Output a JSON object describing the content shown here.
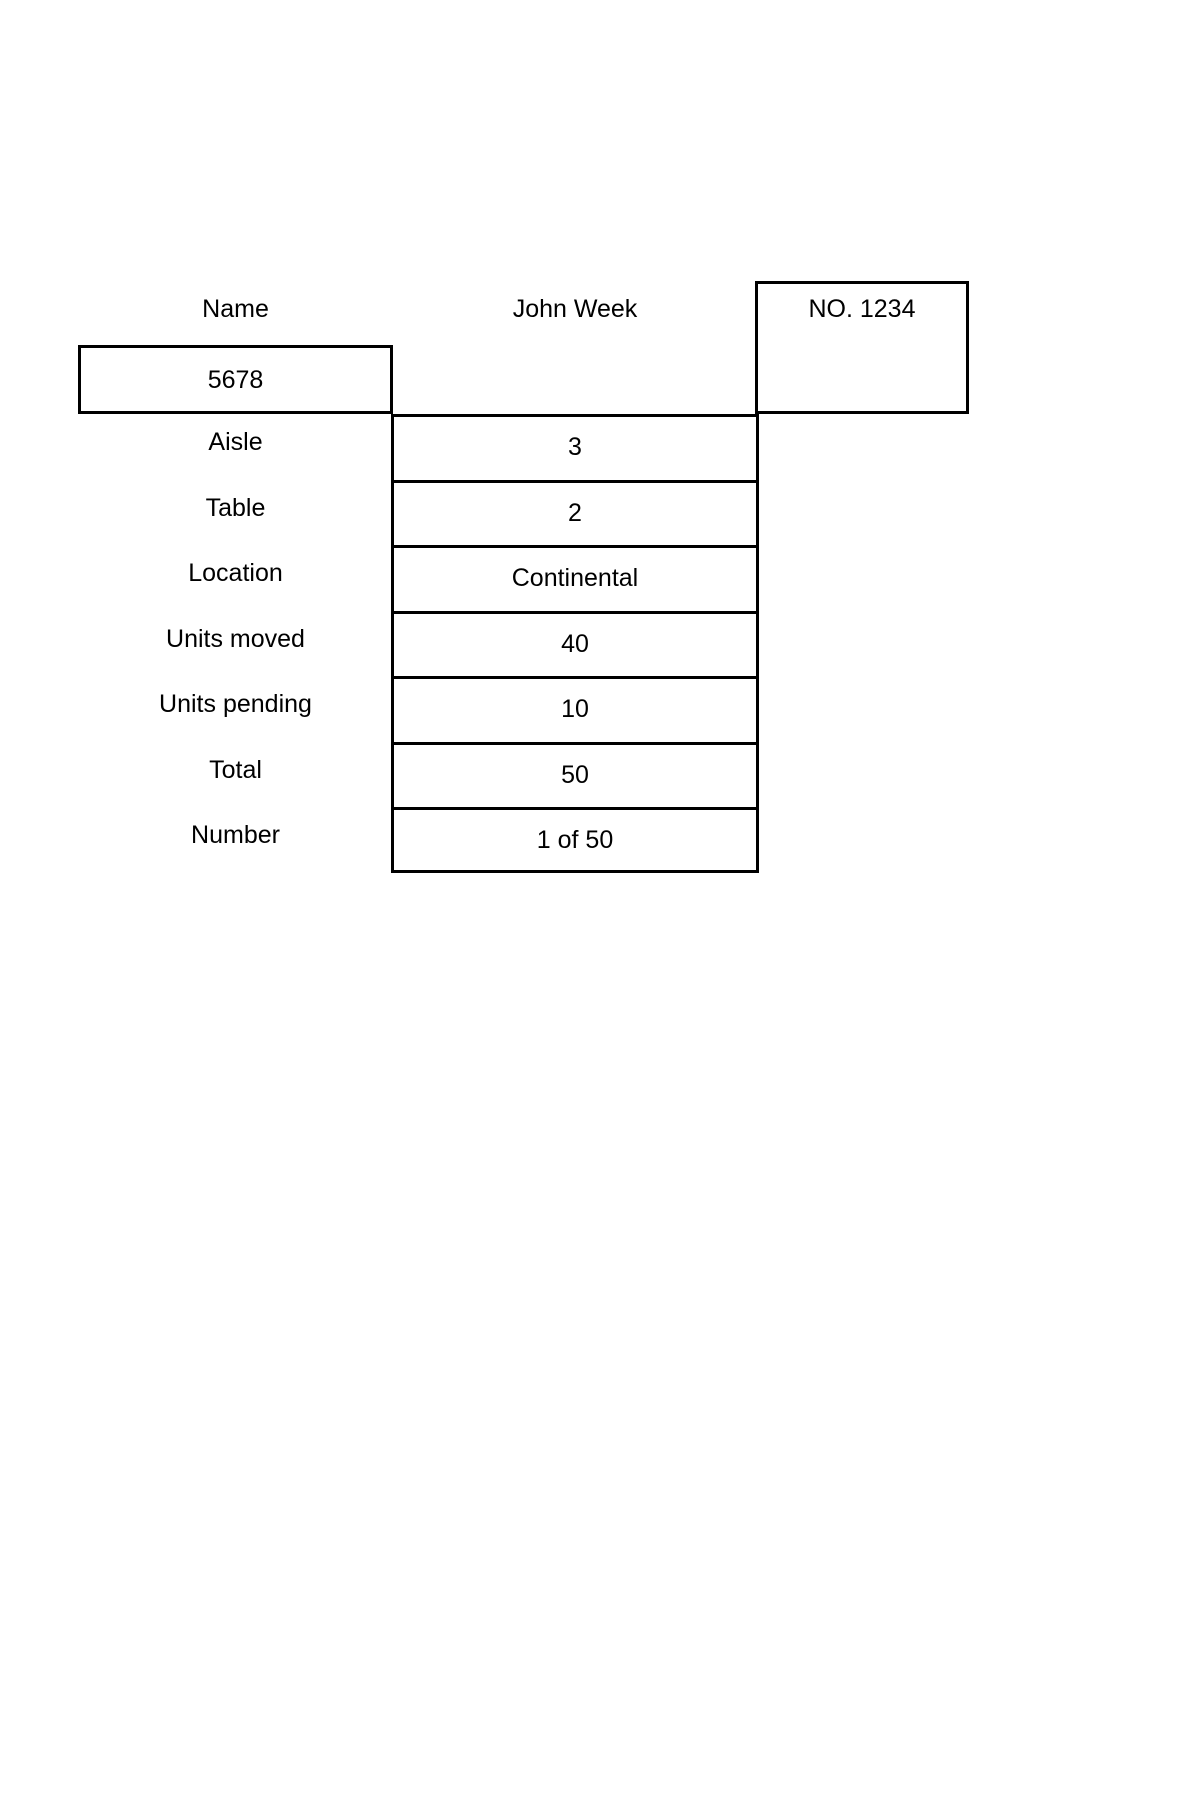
{
  "document": {
    "header": {
      "name_label": "Name",
      "name_value": "John Week",
      "number_badge": "NO. 1234",
      "code_value": "5678"
    },
    "rows": [
      {
        "label": "Aisle",
        "value": "3"
      },
      {
        "label": "Table",
        "value": "2"
      },
      {
        "label": "Location",
        "value": "Continental"
      },
      {
        "label": "Units moved",
        "value": "40"
      },
      {
        "label": "Units pending",
        "value": "10"
      },
      {
        "label": "Total",
        "value": "50"
      },
      {
        "label": "Number",
        "value": "1 of 50"
      }
    ],
    "colors": {
      "background": "#ffffff",
      "ink": "#000000",
      "border": "#000000"
    }
  }
}
